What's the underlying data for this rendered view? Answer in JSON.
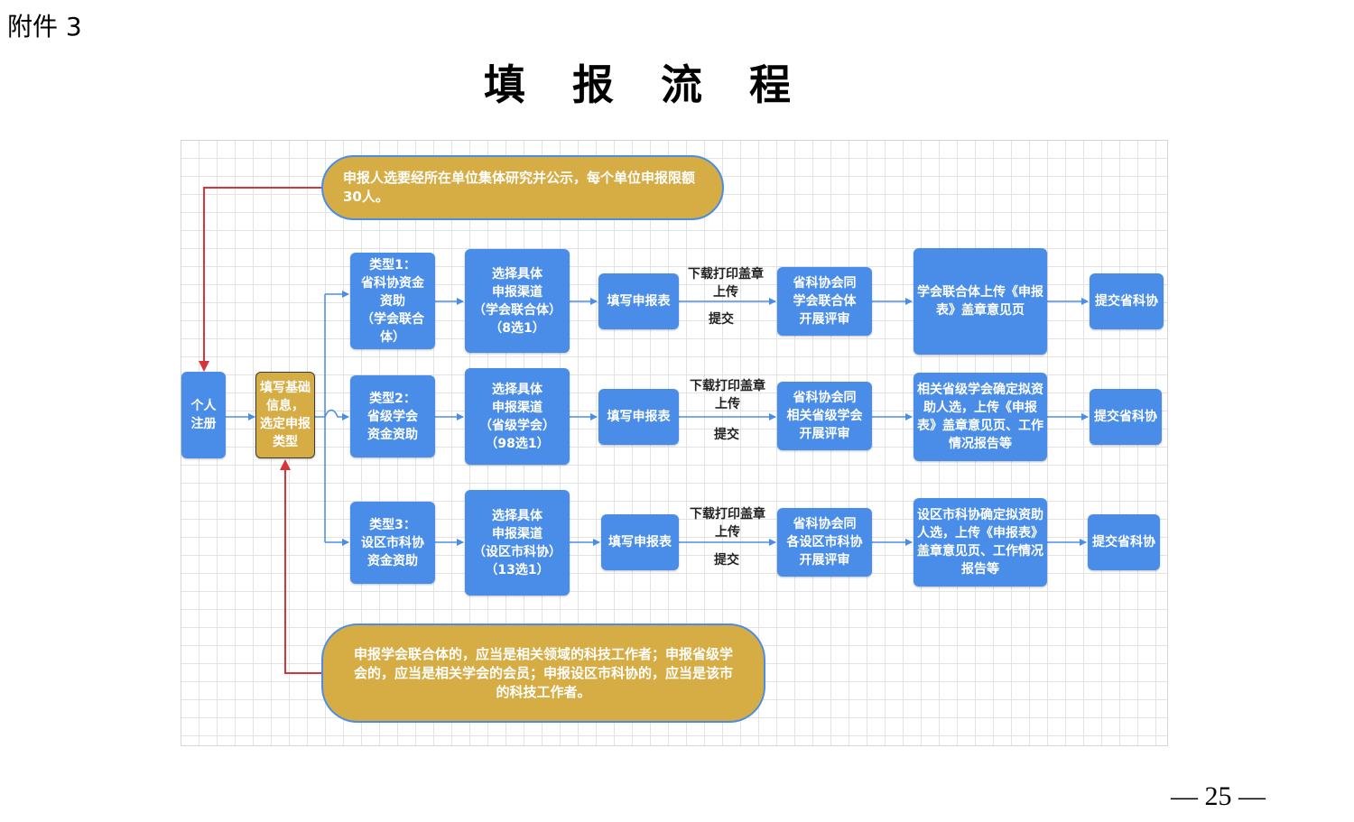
{
  "header": {
    "annex_label": "附件 3",
    "title": "填 报 流 程",
    "page_number": "— 25 —"
  },
  "notes": {
    "top": "申报人选要经所在单位集体研究并公示，每个单位申报限额30人。",
    "bottom": "申报学会联合体的，应当是相关领域的科技工作者；申报省级学会的，应当是相关学会的会员；申报设区市科协的，应当是该市的科技工作者。"
  },
  "start": {
    "register": "个人\n注册",
    "basic_info": "填写基础\n信息，\n选定申报\n类型"
  },
  "rows": [
    {
      "type": "类型1：\n省科协资金\n资助\n（学会联合\n体）",
      "channel": "选择具体\n申报渠道\n（学会联合体）\n（8选1）",
      "fill_form": "填写申报表",
      "download_label": "下载打印盖章\n上传",
      "submit_label": "提交",
      "review": "省科协会同\n学会联合体\n开展评审",
      "upload": "学会联合体上传《申报\n表》盖章意见页",
      "final": "提交省科协"
    },
    {
      "type": "类型2：\n省级学会\n资金资助",
      "channel": "选择具体\n申报渠道\n（省级学会）\n（98选1）",
      "fill_form": "填写申报表",
      "download_label": "下载打印盖章\n上传",
      "submit_label": "提交",
      "review": "省科协会同\n相关省级学会\n开展评审",
      "upload": "相关省级学会确定拟资\n助人选，上传《申报\n表》盖章意见页、工作\n情况报告等",
      "final": "提交省科协"
    },
    {
      "type": "类型3：\n设区市科协\n资金资助",
      "channel": "选择具体\n申报渠道\n（设区市科协）\n（13选1）",
      "fill_form": "填写申报表",
      "download_label": "下载打印盖章\n上传",
      "submit_label": "提交",
      "review": "省科协会同\n各设区市科协\n开展评审",
      "upload": "设区市科协确定拟资助\n人选，上传《申报表》\n盖章意见页、工作情况\n报告等",
      "final": "提交省科协"
    }
  ],
  "colors": {
    "node_blue": "#4a8de8",
    "node_gold": "#d6ac45",
    "flow_arrow": "#4a8de8",
    "note_arrow": "#d9343a"
  }
}
